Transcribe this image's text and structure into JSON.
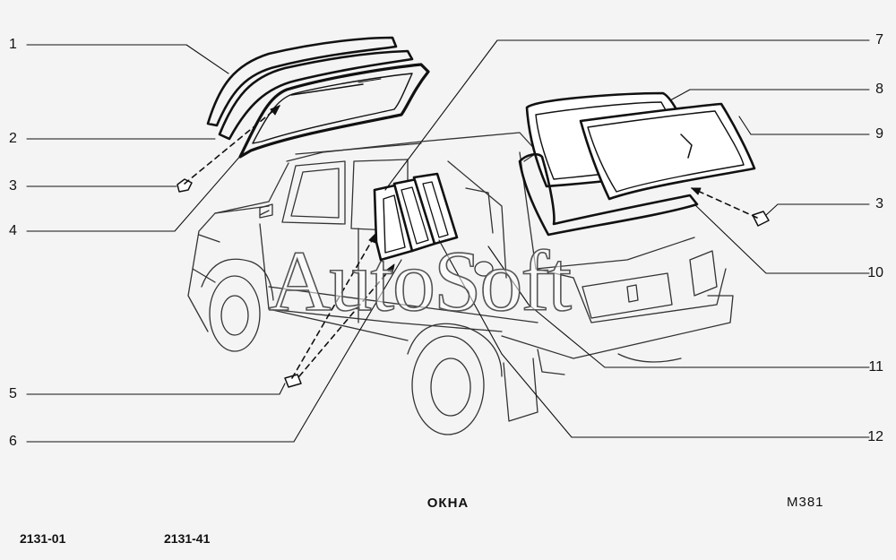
{
  "title": "ОКНА",
  "drawing_code": "M381",
  "models": [
    "2131-01",
    "2131-41"
  ],
  "watermark": "AutoSoft",
  "callouts_left": [
    "1",
    "2",
    "3",
    "4",
    "5",
    "6"
  ],
  "callouts_right": [
    "7",
    "8",
    "9",
    "3",
    "10",
    "11",
    "12"
  ]
}
